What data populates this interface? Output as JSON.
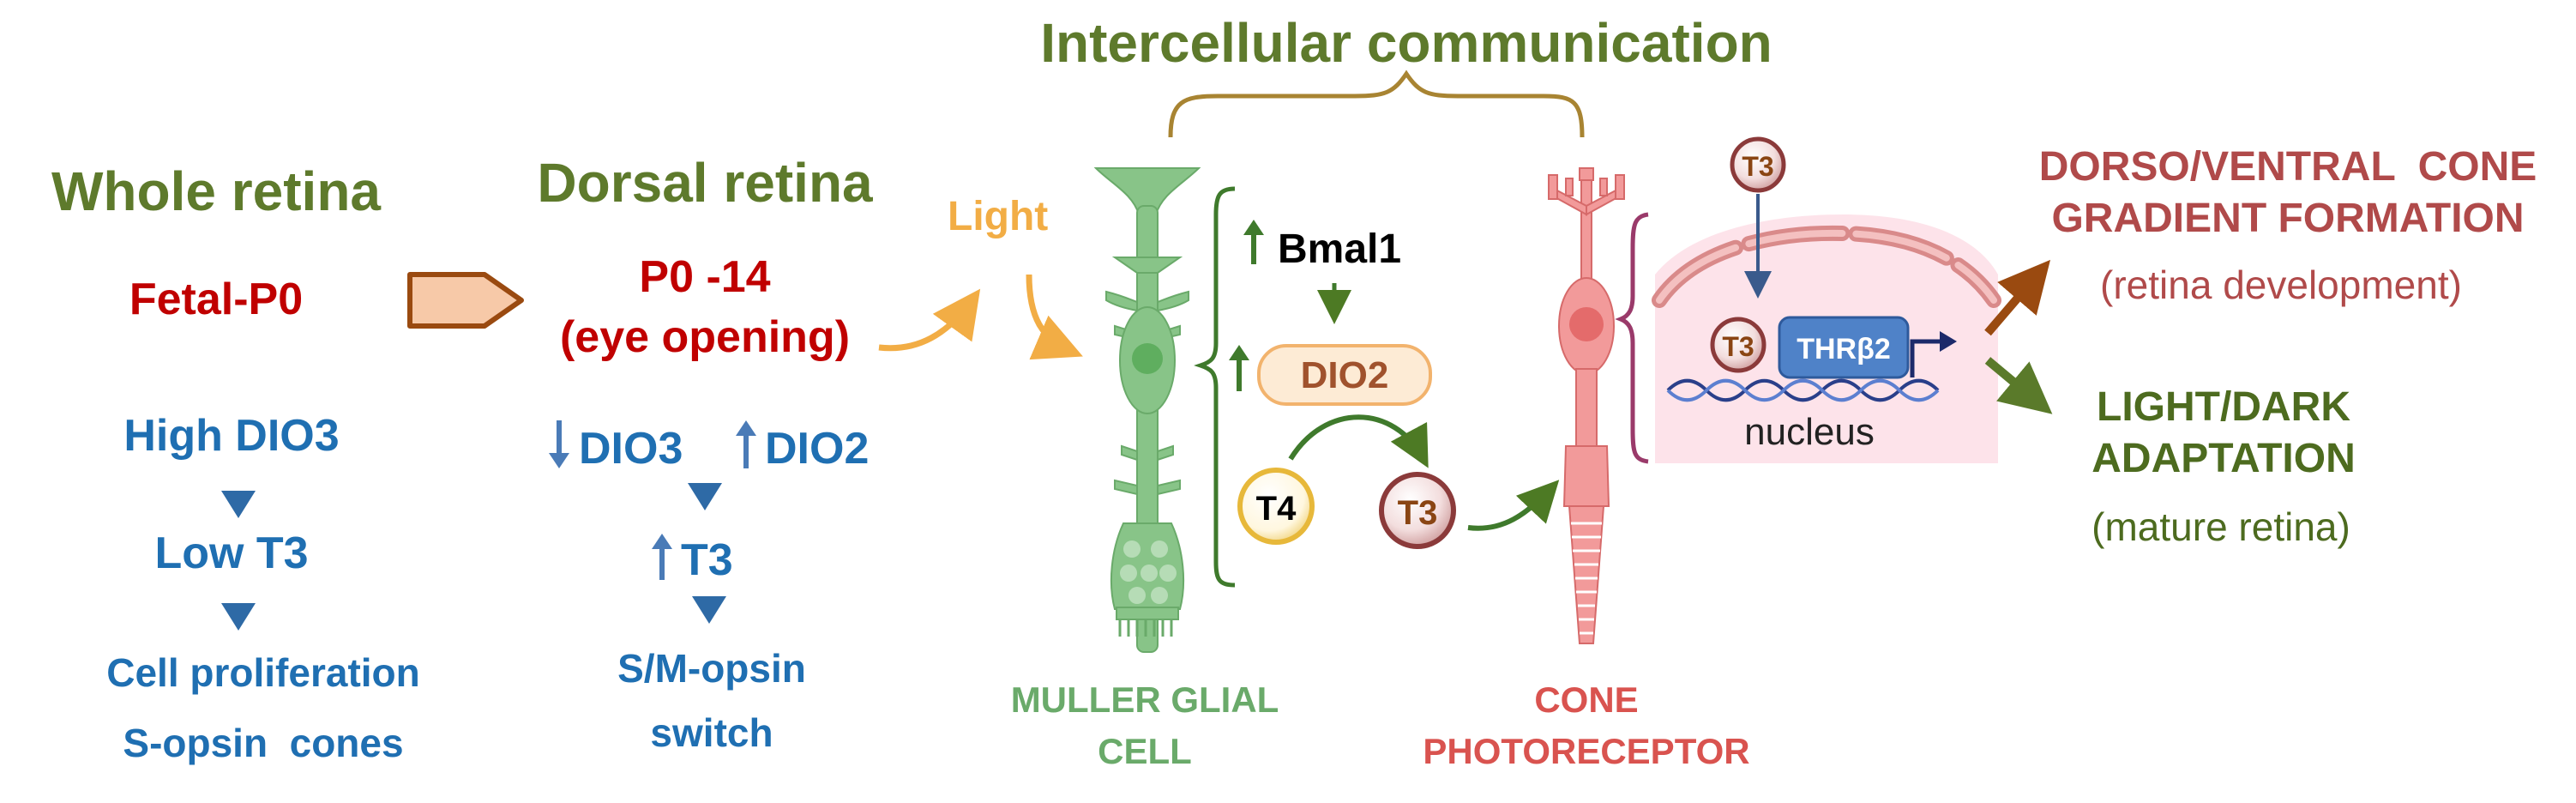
{
  "title": "Intercellular communication",
  "whole_retina": {
    "heading": "Whole retina",
    "stage": "Fetal-P0",
    "line1": "High DIO3",
    "line2": "Low T3",
    "line3": "Cell proliferation",
    "line4": "S-opsin  cones"
  },
  "dorsal_retina": {
    "heading": "Dorsal retina",
    "stage_line1": "P0 -14",
    "stage_line2": "(eye opening)",
    "dio3": "DIO3",
    "dio2": "DIO2",
    "t3": "T3",
    "line_a": "S/M-opsin",
    "line_b": "switch"
  },
  "light_label": "Light",
  "muller": {
    "label_line1": "MULLER GLIAL",
    "label_line2": "CELL",
    "bmal1": "Bmal1",
    "dio2": "DIO2",
    "t4": "T4",
    "t3": "T3"
  },
  "cone": {
    "label_line1": "CONE",
    "label_line2": "PHOTORECEPTOR",
    "t3_top": "T3",
    "t3_nucleus": "T3",
    "receptor": "THRβ2",
    "nucleus": "nucleus"
  },
  "outcomes": {
    "o1_line1": "DORSO/VENTRAL  CONE",
    "o1_line2": "GRADIENT FORMATION",
    "o1_sub": "(retina development)",
    "o2_line1": "LIGHT/DARK",
    "o2_line2": "ADAPTATION",
    "o2_sub": "(mature retina)"
  },
  "colors": {
    "green_title": "#5e7a2c",
    "blue": "#1f6fb2",
    "red": "#c00000",
    "muller_green": "#7fbf7f",
    "cone_pink": "#ee8c8c",
    "maroon": "#b04a4a",
    "orange": "#f2ad45",
    "brown": "#8a4513",
    "dark_green": "#4d6b1f"
  }
}
